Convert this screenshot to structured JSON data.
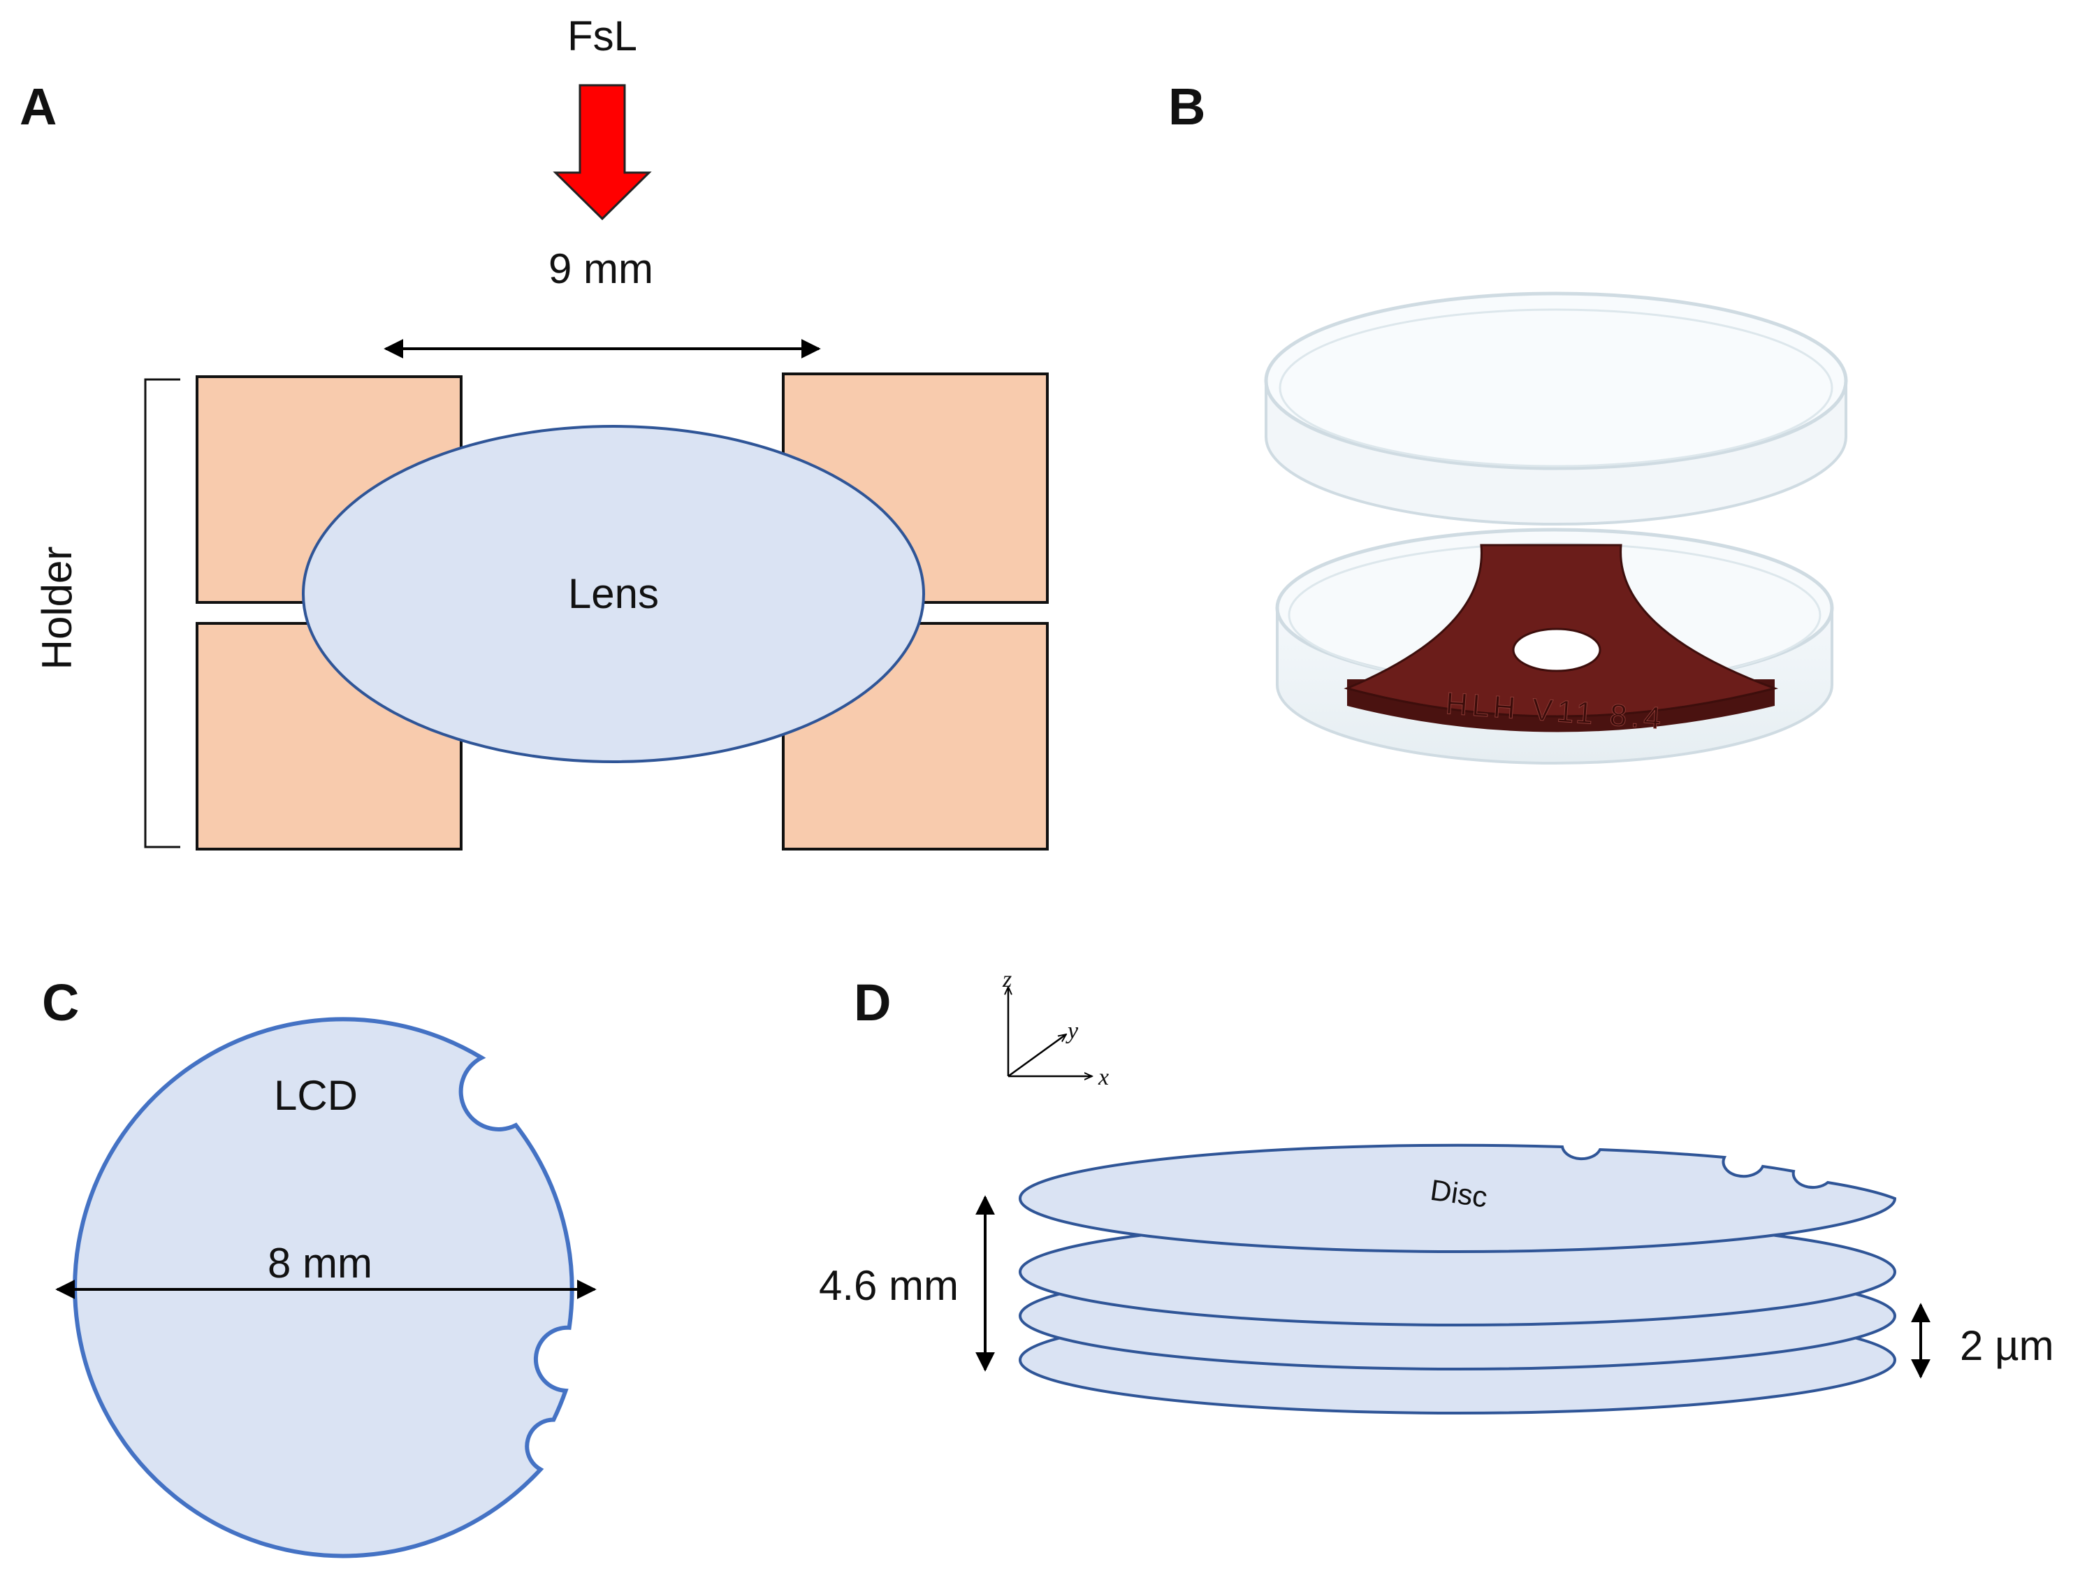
{
  "panels": {
    "a": {
      "letter": "A",
      "laser_label": "FsL",
      "arrow_color": "#ff0000",
      "dimension_label": "9 mm",
      "lens_label": "Lens",
      "holder_label": "Holder",
      "holder_color": "#f8cbad",
      "lens_color": "#dae3f3"
    },
    "b": {
      "letter": "B",
      "engraving": "HLH V11 8.4",
      "holder_color": "#6b1d1a"
    },
    "c": {
      "letter": "C",
      "lcd_label": "LCD",
      "dimension_label": "8 mm",
      "outline_color": "#4472c4"
    },
    "d": {
      "letter": "D",
      "axis_z": "z",
      "axis_y": "y",
      "axis_x": "x",
      "disc_label": "Disc",
      "stack_height_label": "4.6 mm",
      "spacing_label": "2 µm"
    }
  }
}
